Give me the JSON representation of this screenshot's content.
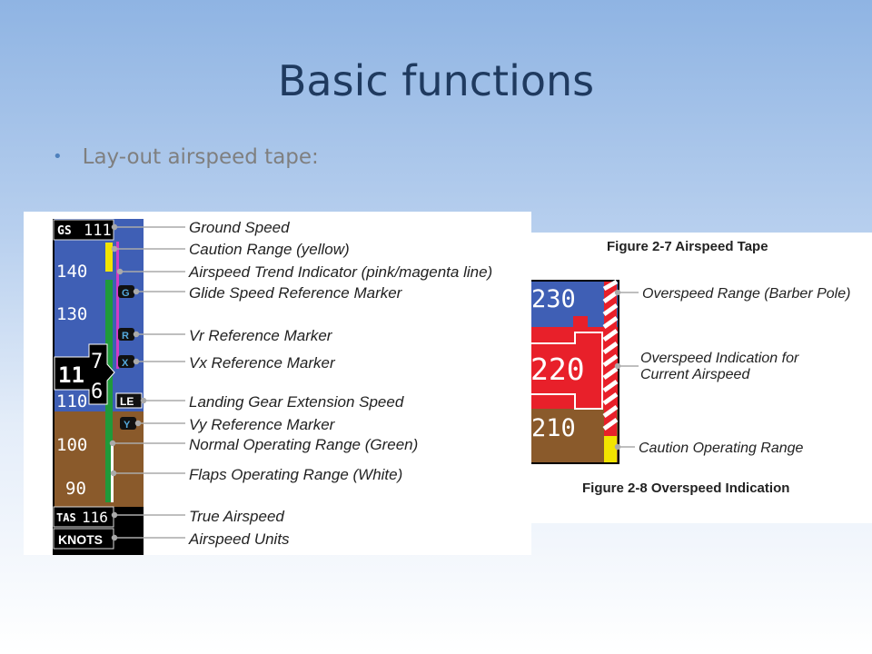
{
  "slide": {
    "title": "Basic functions",
    "bullet": "Lay-out airspeed tape:"
  },
  "fig1": {
    "gs_label": "GS",
    "gs_value": "111",
    "ticks": [
      "140",
      "130",
      "110",
      "100",
      "90"
    ],
    "current": {
      "big": "11",
      "top": "7",
      "bottom": "6"
    },
    "markers": {
      "g": "G",
      "r": "R",
      "x": "X",
      "le": "LE",
      "y": "Y"
    },
    "tas_label": "TAS",
    "tas_value": "116",
    "units": "KNOTS",
    "callouts": [
      "Ground Speed",
      "Caution Range (yellow)",
      "Airspeed Trend Indicator (pink/magenta line)",
      "Glide Speed Reference Marker",
      "Vr Reference Marker",
      "Vx Reference Marker",
      "Landing Gear Extension Speed",
      "Vy Reference Marker",
      "Normal Operating Range (Green)",
      "Flaps Operating Range (White)",
      "True Airspeed",
      "Airspeed Units"
    ]
  },
  "fig2": {
    "caption_top": "Figure 2-7  Airspeed Tape",
    "caption_bottom": "Figure 2-8  Overspeed Indication",
    "ticks": [
      "230",
      "220",
      "210"
    ],
    "callouts": [
      "Overspeed Range (Barber Pole)",
      "Overspeed Indication for",
      "Current Airspeed",
      "Caution Operating Range"
    ]
  },
  "colors": {
    "sky": "#3f5fb5",
    "ground": "#8a5a2b",
    "green": "#1f9a3a",
    "yellow": "#f2e400",
    "magenta": "#d23cc4",
    "overspeed_red": "#e8202a",
    "title": "#1f3a5f"
  }
}
